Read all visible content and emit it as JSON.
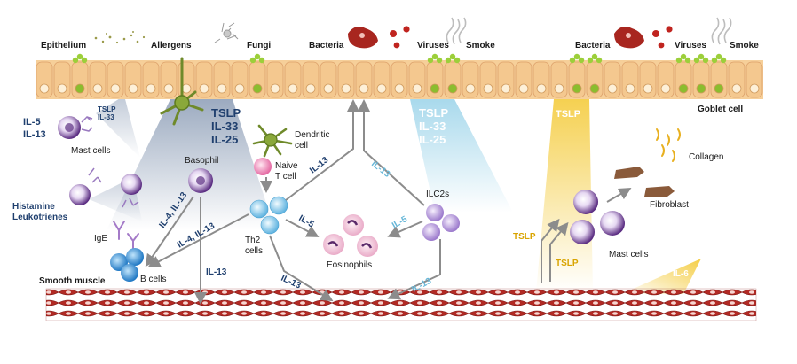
{
  "top_labels": {
    "epithelium": "Epithelium",
    "allergens": "Allergens",
    "fungi": "Fungi",
    "bacteria_left": "Bacteria",
    "viruses_left": "Viruses",
    "smoke_left": "Smoke",
    "bacteria_right": "Bacteria",
    "viruses_right": "Viruses",
    "smoke_right": "Smoke",
    "goblet": "Goblet cell"
  },
  "cytokines": {
    "il5": "IL-5",
    "il13_top_left": "IL-13",
    "tslp_small": "TSLP",
    "il33_small": "IL-33",
    "tslp_big": "TSLP",
    "il33_big": "IL-33",
    "il25_big": "IL-25",
    "tslp_cyan": "TSLP",
    "il33_cyan": "IL-33",
    "il25_cyan": "IL-25",
    "tslp_gold_top": "TSLP",
    "il4_il13_a": "IL-4, IL-13",
    "il4_il13_b": "IL-4, IL-13",
    "il13_down": "IL-13",
    "il13_th2_up": "IL-13",
    "il13_ilc_up": "IL-13",
    "il5_th2": "IL-5",
    "il5_ilc": "IL-5",
    "il13_th2_muscle": "IL-13",
    "il13_ilc_muscle": "IL-13",
    "tslp_gold_mid": "TSLP",
    "tslp_gold_low": "TSLP",
    "il6": "IL-6"
  },
  "cells": {
    "mast_cells_left": "Mast cells",
    "histamine": "Histamine",
    "leukotrienes": "Leukotrienes",
    "ige": "IgE",
    "b_cells": "B cells",
    "basophil": "Basophil",
    "dendritic": "Dendritic",
    "dendritic2": "cell",
    "naive": "Naive",
    "naive2": "T cell",
    "th2": "Th2",
    "th2_2": "cells",
    "eosinophils": "Eosinophils",
    "ilc2s": "ILC2s",
    "collagen": "Collagen",
    "fibroblast": "Fibroblast",
    "mast_cells_right": "Mast cells",
    "smooth_muscle": "Smooth muscle"
  },
  "colors": {
    "epithelial_cell": "#f4c88f",
    "nucleus": "#fdf0d8",
    "goblet_mucus": "#9ccf3a",
    "mast_cell": "#6a3a8e",
    "b_cell": "#3a8fd3",
    "th2_cell": "#7cc3e8",
    "ilc2": "#b59ad6",
    "eosinophil": "#e6a9c6",
    "dendritic": "#6f8a2a",
    "muscle": "#a8221e",
    "arrow": "#8c8c8c",
    "gold": "#f0c020",
    "navy": "#1f3f6e",
    "cyan": "#5cb8dc"
  }
}
